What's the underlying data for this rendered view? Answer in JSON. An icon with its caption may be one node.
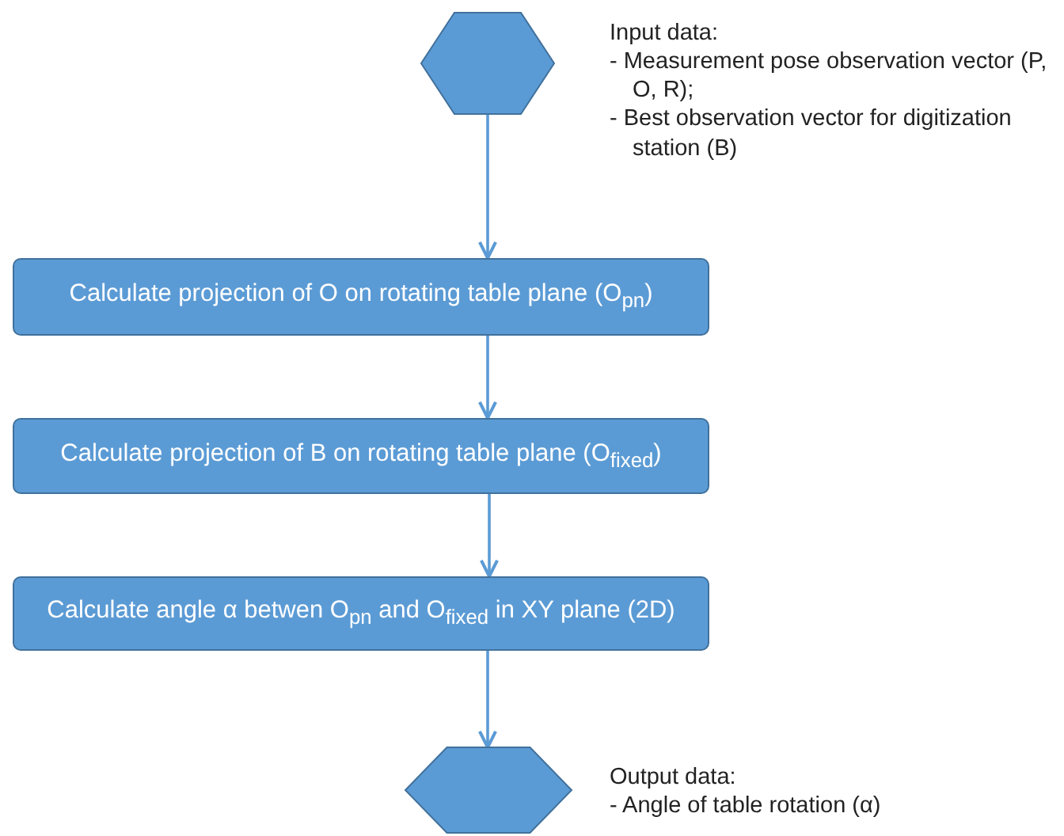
{
  "diagram": {
    "nodes": [
      {
        "text": [],
        "shape": "hexagon",
        "beside": [
          "Input data:",
          "- Measurement pose observation vector (P, O, R);",
          "- Best observation vector for digitization station (B)"
        ]
      },
      {
        "text": [
          "Calculate projection of O on rotating table plane (O$_{pn}$)"
        ]
      },
      {
        "text": [
          "Calculate projection of B on rotating table plane (O$_{fixed}$)"
        ]
      },
      {
        "text": [
          "Calculate angle α betwen O$_{pn}$ and O$_{fixed}$ in XY plane (2D)"
        ]
      },
      {
        "text": [],
        "shape": "hexagon",
        "beside": [
          "Output data:",
          "- Angle of table rotation (α)"
        ]
      }
    ],
    "edges": [
      {
        "from": 0,
        "to": 1,
        "arrow": "to"
      },
      {
        "from": 1,
        "to": 2,
        "arrow": "to"
      },
      {
        "from": 2,
        "to": 3,
        "arrow": "to"
      },
      {
        "from": 3,
        "to": 4,
        "arrow": "to"
      }
    ]
  }
}
